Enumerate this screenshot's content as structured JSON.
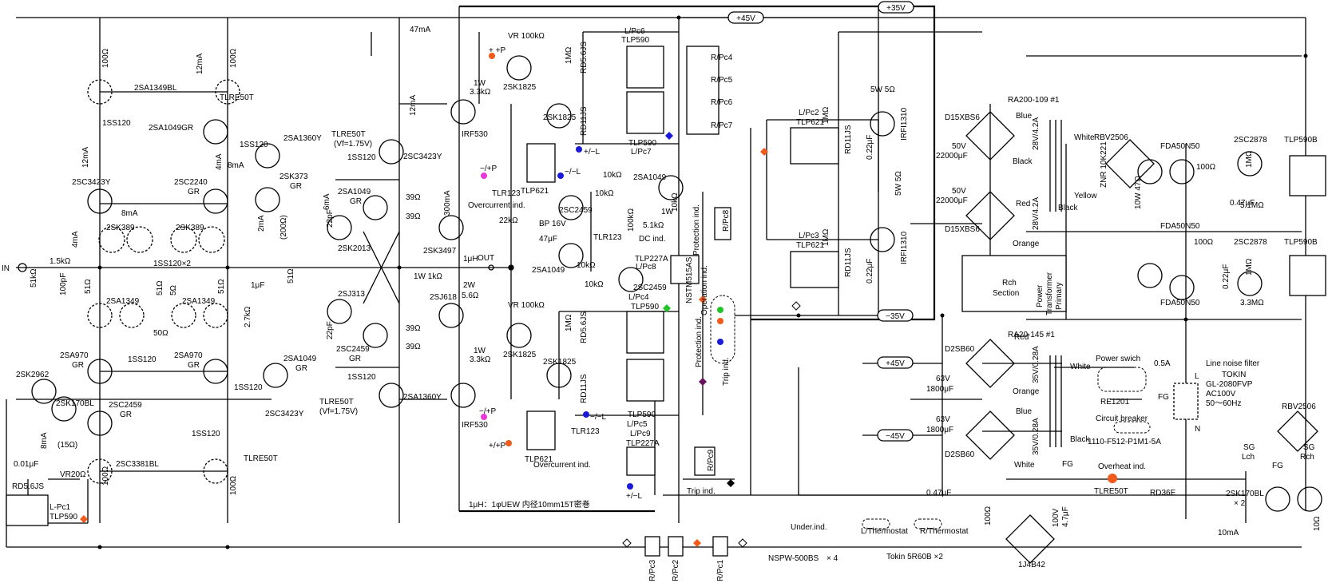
{
  "rails": {
    "p35": "+35V",
    "p45": "+45V",
    "m35": "−35V",
    "p45b": "+45V",
    "m45": "−45V"
  },
  "transistors": {
    "q2sa1349bl": "2SA1349BL",
    "q1ss120a": "1SS120",
    "q2sa1049gr": "2SA1049GR",
    "q2sc3423y": "2SC3423Y",
    "q2sc2240gr": "2SC2240",
    "gr1": "GR",
    "q2sk389a": "2SK389",
    "q2sk389b": "2SK389",
    "q2sa1349a": "2SA1349",
    "q2sa1349b": "2SA1349",
    "q2sa970a": "2SA970",
    "gr2": "GR",
    "q2sa970b": "2SA970",
    "gr3": "GR",
    "q2sk2962": "2SK2962",
    "q2sk170bl": "2SK170BL",
    "q2sc2459gr": "2SC2459",
    "gr4": "GR",
    "q2sc3381bl": "2SC3381BL",
    "q2sa1360y": "2SA1360Y",
    "q2sk373gr": "2SK373",
    "gr5": "GR",
    "q2sa1049b": "2SA1049",
    "gr6": "GR",
    "q2sc3423y2": "2SC3423Y",
    "q2sk2013": "2SK2013",
    "q2sa1049c": "2SA1049",
    "gr7": "GR",
    "q2sj313": "2SJ313",
    "q2sc2459b": "2SC2459",
    "gr8": "GR",
    "q2sc3423yout": "2SC3423Y",
    "q2sa1360yout": "2SA1360Y",
    "q2sk3497": "2SK3497",
    "q2sj618": "2SJ618",
    "irf530a": "IRF530",
    "irf530b": "IRF530",
    "q2sk1825a": "2SK1825",
    "q2sk1825b": "2SK1825",
    "q2sk1825c": "2SK1825",
    "q2sk1825d": "2SK1825",
    "q2sa1049d": "2SA1049",
    "q2sc2459c": "2SC2459",
    "q2sa1049e": "2SA1049",
    "q2sc2459d": "2SC2459",
    "irfi1310a": "IRFI1310",
    "irfi1310b": "IRFI1310",
    "fda50n50a": "FDA50N50",
    "fda50n50b": "FDA50N50",
    "fda50n50c": "FDA50N50",
    "q2sc2878a": "2SC2878",
    "q2sc2878b": "2SC2878",
    "q2sk170x2": "2SK170BL",
    "x2": "× 2"
  },
  "diodes": {
    "d1ss120_1": "1SS120",
    "d1ss120_2": "1SS120",
    "d1ss120_3": "1SS120",
    "d1ss120_4": "1SS120",
    "d1ss120_5": "1SS120",
    "d1ss120_6": "1SS120",
    "d1ss120_7": "1SS120",
    "d1ss120_8": "1SS120",
    "d1ss120_x2": "1SS120×2",
    "tlre50t_1": "TLRE50T",
    "tlre50t_2": "TLRE50T",
    "vf1": "(Vf=1.75V)",
    "tlre50t_3": "TLRE50T",
    "vf2": "(Vf=1.75V)",
    "tlre50t_4": "TLRE50T",
    "tlre50t_5": "TLRE50T",
    "rd56js_1": "RD5.6JS",
    "rd56js_2": "RD5.6JS",
    "rd56js_3": "RD5.6JS",
    "rd11js_1": "RD11JS",
    "rd11js_2": "RD11JS",
    "rd11js_3": "RD11JS",
    "rd11js_4": "RD11JS",
    "d15xbs6a": "D15XBS6",
    "d15xbs6b": "D15XBS6",
    "d2sb60a": "D2SB60",
    "d2sb60b": "D2SB60",
    "rbv2506a": "RBV2506",
    "rbv2506b": "RBV2506",
    "rd36e": "RD36E",
    "j4b42": "1J4B42",
    "nstm": "NSTM515AS",
    "nspw": "NSPW-500BS",
    "x4": "× 4"
  },
  "resistors": {
    "r100a": "100Ω",
    "r100b": "100Ω",
    "r100c": "100Ω",
    "r100d": "100Ω",
    "r200": "(200Ω)",
    "r27k": "2.7kΩ",
    "r15k": "1.5kΩ",
    "r51k": "51kΩ",
    "r51a": "51Ω",
    "r51b": "51Ω",
    "r51c": "5Ω",
    "r51d": "51Ω",
    "r51e": "51Ω",
    "r50": "50Ω",
    "r15": "(15Ω)",
    "vr20": "VR20Ω",
    "r39a": "39Ω",
    "r39b": "39Ω",
    "r39c": "39Ω",
    "r39d": "39Ω",
    "r1w1k": "1W 1kΩ",
    "r2w56": "2W",
    "r56": "5.6Ω",
    "r22k": "22kΩ",
    "r10ka": "10kΩ",
    "r10kb": "10kΩ",
    "r10kc": "10kΩ",
    "r10kd": "10kΩ",
    "r100k": "100kΩ",
    "r51kb": "5.1kΩ",
    "r1w10k": "1W",
    "r10ke": "10kΩ",
    "r1w33a": "1W",
    "r33ka": "3.3kΩ",
    "r1w33b": "1W",
    "r33kb": "3.3kΩ",
    "vr100ka": "VR 100kΩ",
    "vr100kb": "VR 100kΩ",
    "r1ma": "1MΩ",
    "r1mb": "1MΩ",
    "r1mc": "1MΩ",
    "r1md": "1MΩ",
    "r1me": "1MΩ",
    "r1mf": "1MΩ",
    "r5w5a": "5W 5Ω",
    "r5w5b": "5W 5Ω",
    "r100e": "100Ω",
    "r100f": "100Ω",
    "r10w47": "10W 47Ω",
    "r51m": "5.1MΩ",
    "r33m": "3.3MΩ",
    "r100g": "100Ω",
    "r10g": "10Ω"
  },
  "caps": {
    "c100p": "100pF",
    "c22pa": "22pF",
    "c22pb": "22pF",
    "c1u": "1μF",
    "c001": "0.01μF",
    "bp16": "BP 16V",
    "c47u": "47μF",
    "c022a": "0.22μF",
    "c022b": "0.22μF",
    "c50va": "50V",
    "c22000a": "22000μF",
    "c50vb": "50V",
    "c22000b": "22000μF",
    "c047a": "0.47μF",
    "c022c": "0.22μF",
    "c63a": "63V",
    "c1800a": "1800μF",
    "c63b": "63V",
    "c1800b": "1800μF",
    "c047b": "0.47μF",
    "c100v": "100V",
    "c47v": "4.7μF"
  },
  "photocouplers": {
    "lpc6": "L/Pc6",
    "tlp590a": "TLP590",
    "lpc7": "L/Pc7",
    "tlp590a2": "TLP590",
    "rpc4": "R/Pc4",
    "rpc5": "R/Pc5",
    "rpc6": "R/Pc6",
    "rpc7": "R/Pc7",
    "lpc4": "L/Pc4",
    "tlp590b": "TLP590",
    "tlp590b2": "TLP590",
    "lpc5": "L/Pc5",
    "tlp621a": "TLP621",
    "tlp621b": "TLP621",
    "tlr123a": "TLR123",
    "tlr123b": "TLR123",
    "tlr123c": "TLR123",
    "tlp227a": "TLP227A",
    "lpc8": "L/Pc8",
    "rpc8": "R/Pc8",
    "lpc9": "L/Pc9",
    "tlp227b": "TLP227A",
    "rpc9": "R/Pc9",
    "lpc2": "L/Pc2",
    "tlp621c": "TLP621",
    "lpc3": "L/Pc3",
    "tlp621d": "TLP621",
    "tlp590c": "TLP590B",
    "tlp590d": "TLP590B",
    "lpc1": "L-Pc1",
    "tlp590e": "TLP590",
    "rpc3": "R/Pc3",
    "rpc2": "R/Pc2",
    "rpc1": "R/Pc1"
  },
  "labels": {
    "in": "IN",
    "out": "OUT",
    "uh": "1μH",
    "ma47": "47mA",
    "ma12a": "12mA",
    "ma12b": "12mA",
    "ma12c": "12mA",
    "ma8a": "8mA",
    "ma8b": "8mA",
    "ma4a": "4mA",
    "ma4b": "4mA",
    "ma6": "6mA",
    "ma2": "2mA",
    "ma300": "300mA",
    "ma8c": "8mA",
    "ma10": "10mA",
    "plusP1": "+ +P",
    "minusPa": "−/+P",
    "minusL": "−/−L",
    "plusL": "+/−L",
    "minusPb": "−/+P",
    "plusP2": "+/+P",
    "minusL2": "−/−L",
    "plusL2": "+/−L",
    "ocInd1": "Overcurrent ind.",
    "ocInd2": "Overcurrent ind.",
    "dcInd": "DC ind.",
    "protInd1": "Protection ind.",
    "opInd": "Operation ind.",
    "protInd2": "Protection ind.",
    "tripInd1": "Trip ind.",
    "tripInd2": "Trip ind.",
    "rch": "Rch",
    "section": "Section",
    "ptp": "Power",
    "ptp2": "Transformer",
    "ptp3": "Primary",
    "ra200": "RA200-109 #1",
    "ra20": "RA20-145 #1",
    "white1": "White",
    "blue1": "Blue",
    "black1": "Black",
    "red1": "Red",
    "orange1": "Orange",
    "yellow1": "Yellow",
    "black2": "Black",
    "v28a": "28V/4.2A",
    "v28b": "28V/4.2A",
    "red2": "Red",
    "orange2": "Orange",
    "white2": "White",
    "blue2": "Blue",
    "black3": "Black",
    "white3": "White",
    "v35a": "35V/0.28A",
    "v35b": "35V/0.28A",
    "znr": "ZNR 10K221",
    "pwrsw": "Power swich",
    "fuse": "0.5A",
    "re1201": "RE1201",
    "cb": "Circuit breaker",
    "cbpart": "1110-F512-P1M1-5A",
    "lnf": "Line noise filter",
    "tokin": "TOKIN",
    "gl": "GL-2080FVP",
    "ac": "AC100V",
    "hz": "50～60Hz",
    "L": "L",
    "N": "N",
    "fg1": "FG",
    "fg2": "FG",
    "fg3": "FG",
    "sgl": "SG",
    "lch": "Lch",
    "sgr": "SG",
    "rchg": "Rch",
    "overheat": "Overheat ind.",
    "underInd": "Under.ind.",
    "lthermo": "L/Thermostat",
    "rthermo": "R/Thermostat",
    "tokin5r": "Tokin 5R60B ×2",
    "note": "1μH：1φUEW 内径10mm15T密巻"
  },
  "colors": {
    "orange": "#f05a1a",
    "green": "#22c42a",
    "blue": "#1a1ad8",
    "magenta": "#e838d8",
    "darkred": "#6a1060"
  }
}
